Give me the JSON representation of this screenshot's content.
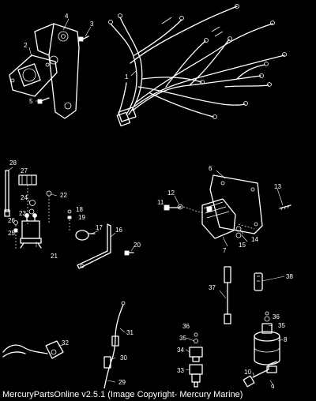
{
  "callouts": {
    "c1": "1",
    "c2": "2",
    "c3": "3",
    "c4": "4",
    "c5": "5",
    "c6": "6",
    "c7": "7",
    "c8": "8",
    "c9": "9",
    "c10": "10",
    "c11": "11",
    "c12": "12",
    "c13": "13",
    "c14": "14",
    "c15": "15",
    "c16": "16",
    "c17": "17",
    "c18": "18",
    "c19": "19",
    "c20": "20",
    "c21": "21",
    "c22": "22",
    "c23": "23",
    "c24": "24",
    "c25": "25",
    "c26": "26",
    "c27": "27",
    "c28": "28",
    "c29": "29",
    "c30": "30",
    "c31": "31",
    "c32": "32",
    "c33": "33",
    "c34": "34",
    "c35a": "35",
    "c35b": "35",
    "c36a": "36",
    "c36b": "36",
    "c37": "37",
    "c38": "38"
  },
  "footer": "MercuryPartsOnline v2.5.1 (Image Copyright- Mercury Marine)"
}
